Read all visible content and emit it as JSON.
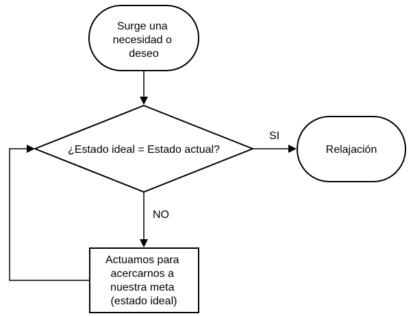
{
  "nodes": {
    "start": {
      "shape": "terminator",
      "lines": [
        "Surge una",
        "necesidad o",
        "deseo"
      ]
    },
    "decision": {
      "shape": "diamond",
      "lines": [
        "¿Estado ideal = Estado actual?"
      ]
    },
    "relax": {
      "shape": "terminator",
      "lines": [
        "Relajación"
      ]
    },
    "action": {
      "shape": "rectangle",
      "lines": [
        "Actuamos para",
        "acercarnos a",
        "nuestra meta",
        "(estado ideal)"
      ]
    }
  },
  "edges": {
    "start_to_decision": {
      "label": ""
    },
    "decision_to_relax": {
      "label": "SI"
    },
    "decision_to_action": {
      "label": "NO"
    },
    "action_to_decision": {
      "label": ""
    }
  },
  "colors": {
    "stroke": "#000000",
    "fill": "#ffffff",
    "text": "#000000"
  }
}
